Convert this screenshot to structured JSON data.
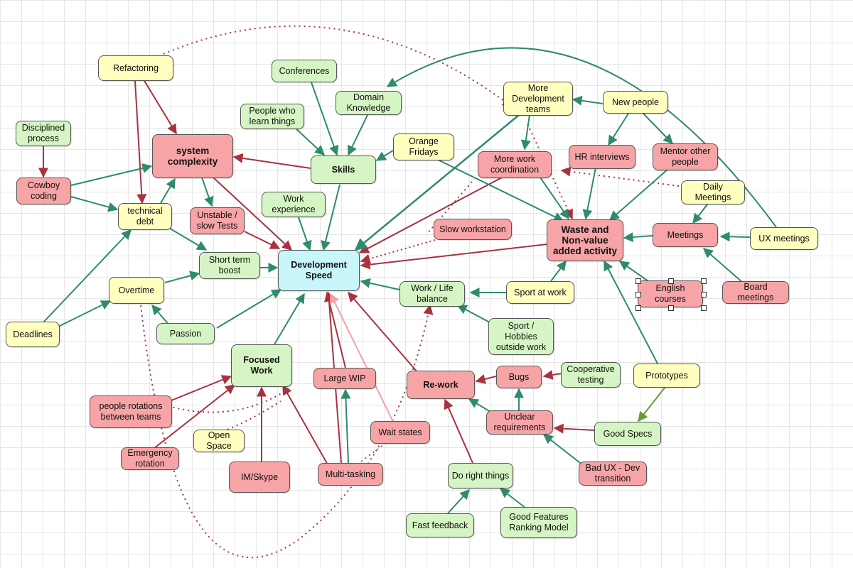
{
  "colors": {
    "yellow": "#ffffc0",
    "green": "#d6f5c4",
    "red": "#f6a4a6",
    "cyan": "#c8f6fb",
    "edge_red": "#a8323f",
    "edge_green": "#2e8b6b",
    "edge_pink": "#f4a0a8",
    "edge_olive": "#6e9a32"
  },
  "nodes": {
    "refactoring": "Refactoring",
    "conferences": "Conferences",
    "domain_knowledge": "Domain\nKnowledge",
    "more_dev_teams": "More\nDevelopment\nteams",
    "new_people": "New people",
    "disciplined_process": "Disciplined\nprocess",
    "people_who_learn": "People who\nlearn things",
    "system_complexity": "system\ncomplexity",
    "skills": "Skills",
    "orange_fridays": "Orange\nFridays",
    "more_work_coordination": "More work\ncoordination",
    "hr_interviews": "HR interviews",
    "mentor_other_people": "Mentor other\npeople",
    "cowboy_coding": "Cowboy\ncoding",
    "technical_debt": "technical\ndebt",
    "unstable_slow_tests": "Unstable /\nslow Tests",
    "work_experience": "Work\nexperience",
    "daily_meetings": "Daily\nMeetings",
    "slow_workstation": "Slow workstation",
    "waste": "Waste and\nNon-value\nadded activity",
    "meetings": "Meetings",
    "ux_meetings": "UX meetings",
    "short_term_boost": "Short term\nboost",
    "development_speed": "Development\nSpeed",
    "overtime": "Overtime",
    "work_life_balance": "Work / Life\nbalance",
    "sport_at_work": "Sport at work",
    "english_courses": "English\ncourses",
    "board_meetings": "Board\nmeetings",
    "deadlines": "Deadlines",
    "passion": "Passion",
    "sport_hobbies": "Sport /\nHobbies\noutside work",
    "focused_work": "Focused\nWork",
    "large_wip": "Large WIP",
    "re_work": "Re-work",
    "bugs": "Bugs",
    "cooperative_testing": "Cooperative\ntesting",
    "prototypes": "Prototypes",
    "people_rotations": "people rotations\nbetween teams",
    "unclear_requirements": "Unclear\nrequirements",
    "good_specs": "Good Specs",
    "open_space": "Open\nSpace",
    "wait_states": "Wait states",
    "emergency_rotation": "Emergency\nrotation",
    "im_skype": "IM/Skype",
    "multi_tasking": "Multi-tasking",
    "do_right_things": "Do right things",
    "bad_ux_dev": "Bad UX - Dev\ntransition",
    "fast_feedback": "Fast feedback",
    "good_features": "Good Features\nRanking Model"
  }
}
